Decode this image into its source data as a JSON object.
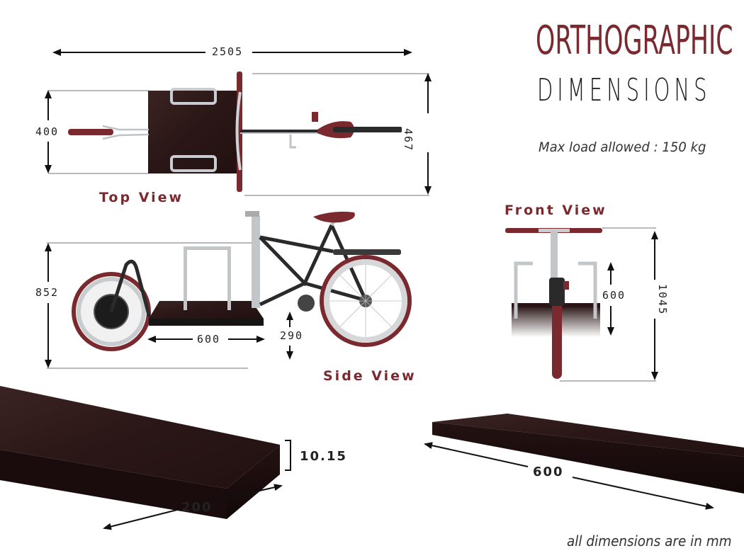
{
  "title": {
    "line1": "ORTHOGRAPHIC",
    "line2": "DIMENSIONS"
  },
  "max_load": "Max load allowed :  150 kg",
  "footer_note": "all dimensions are in mm",
  "views": {
    "top": {
      "label": "Top View",
      "dim_length": "2505",
      "dim_box_width": "400",
      "dim_total_width": "467"
    },
    "side": {
      "label": "Side View",
      "dim_height": "852",
      "dim_box_length": "600",
      "dim_ground_clearance": "290"
    },
    "front": {
      "label": "Front View",
      "dim_rail_height": "600",
      "dim_total_height": "1045"
    }
  },
  "plank_details": {
    "left": {
      "thickness": "10.15",
      "width": "200"
    },
    "right": {
      "length": "600"
    }
  },
  "colors": {
    "accent": "#7a2a2e",
    "wood": "#2e1a1a",
    "frame": "#2a2a2a",
    "silver": "#b8bcc0"
  }
}
